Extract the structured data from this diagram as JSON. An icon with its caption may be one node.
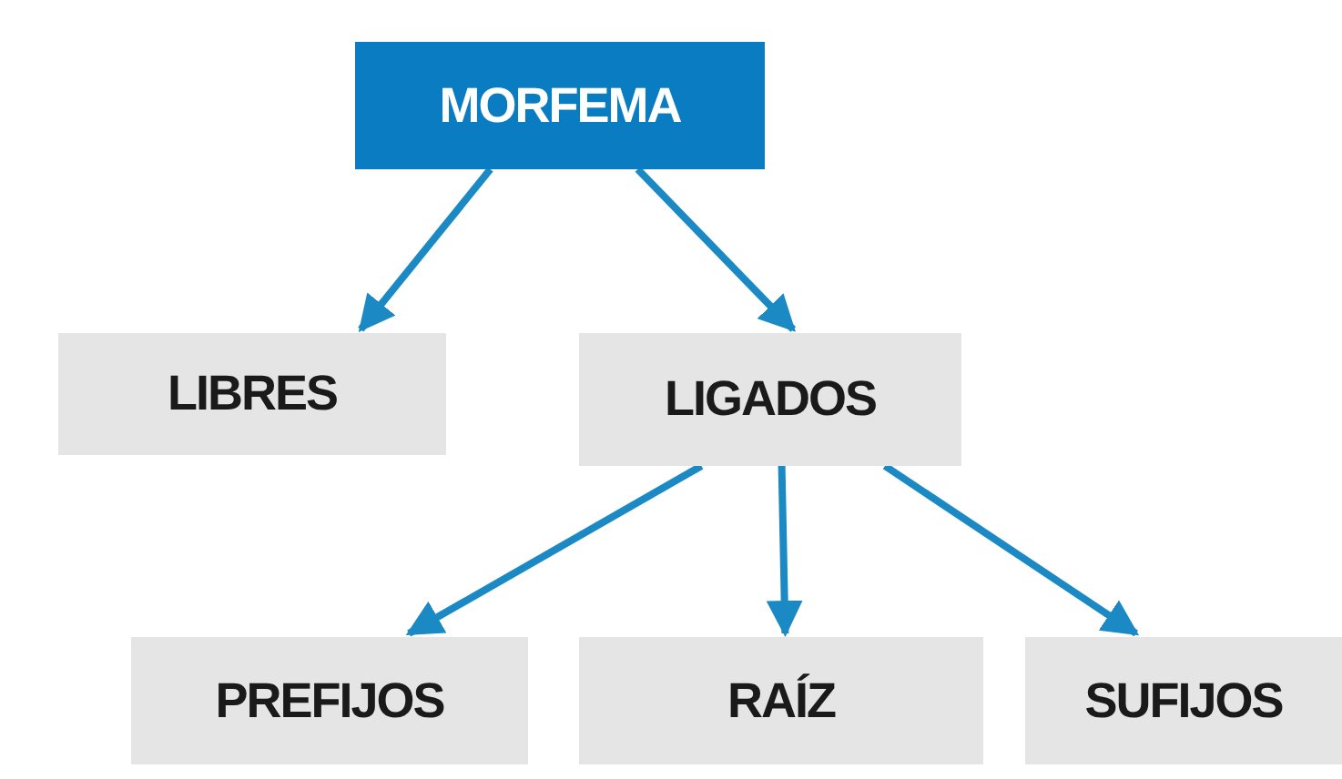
{
  "diagram": {
    "nodes": [
      {
        "text": [
          "MORFEMA"
        ]
      },
      {
        "text": [
          "LIBRES"
        ]
      },
      {
        "text": [
          "LIGADOS"
        ]
      },
      {
        "text": [
          "PREFIJOS"
        ]
      },
      {
        "text": [
          "RAÍZ"
        ]
      },
      {
        "text": [
          "SUFIJOS"
        ]
      }
    ],
    "edges": [
      {
        "from": 0,
        "to": 1,
        "arrow": "to"
      },
      {
        "from": 0,
        "to": 2,
        "arrow": "to"
      },
      {
        "from": 2,
        "to": 3,
        "arrow": "to"
      },
      {
        "from": 2,
        "to": 4,
        "arrow": "to"
      },
      {
        "from": 2,
        "to": 5,
        "arrow": "to"
      }
    ]
  }
}
